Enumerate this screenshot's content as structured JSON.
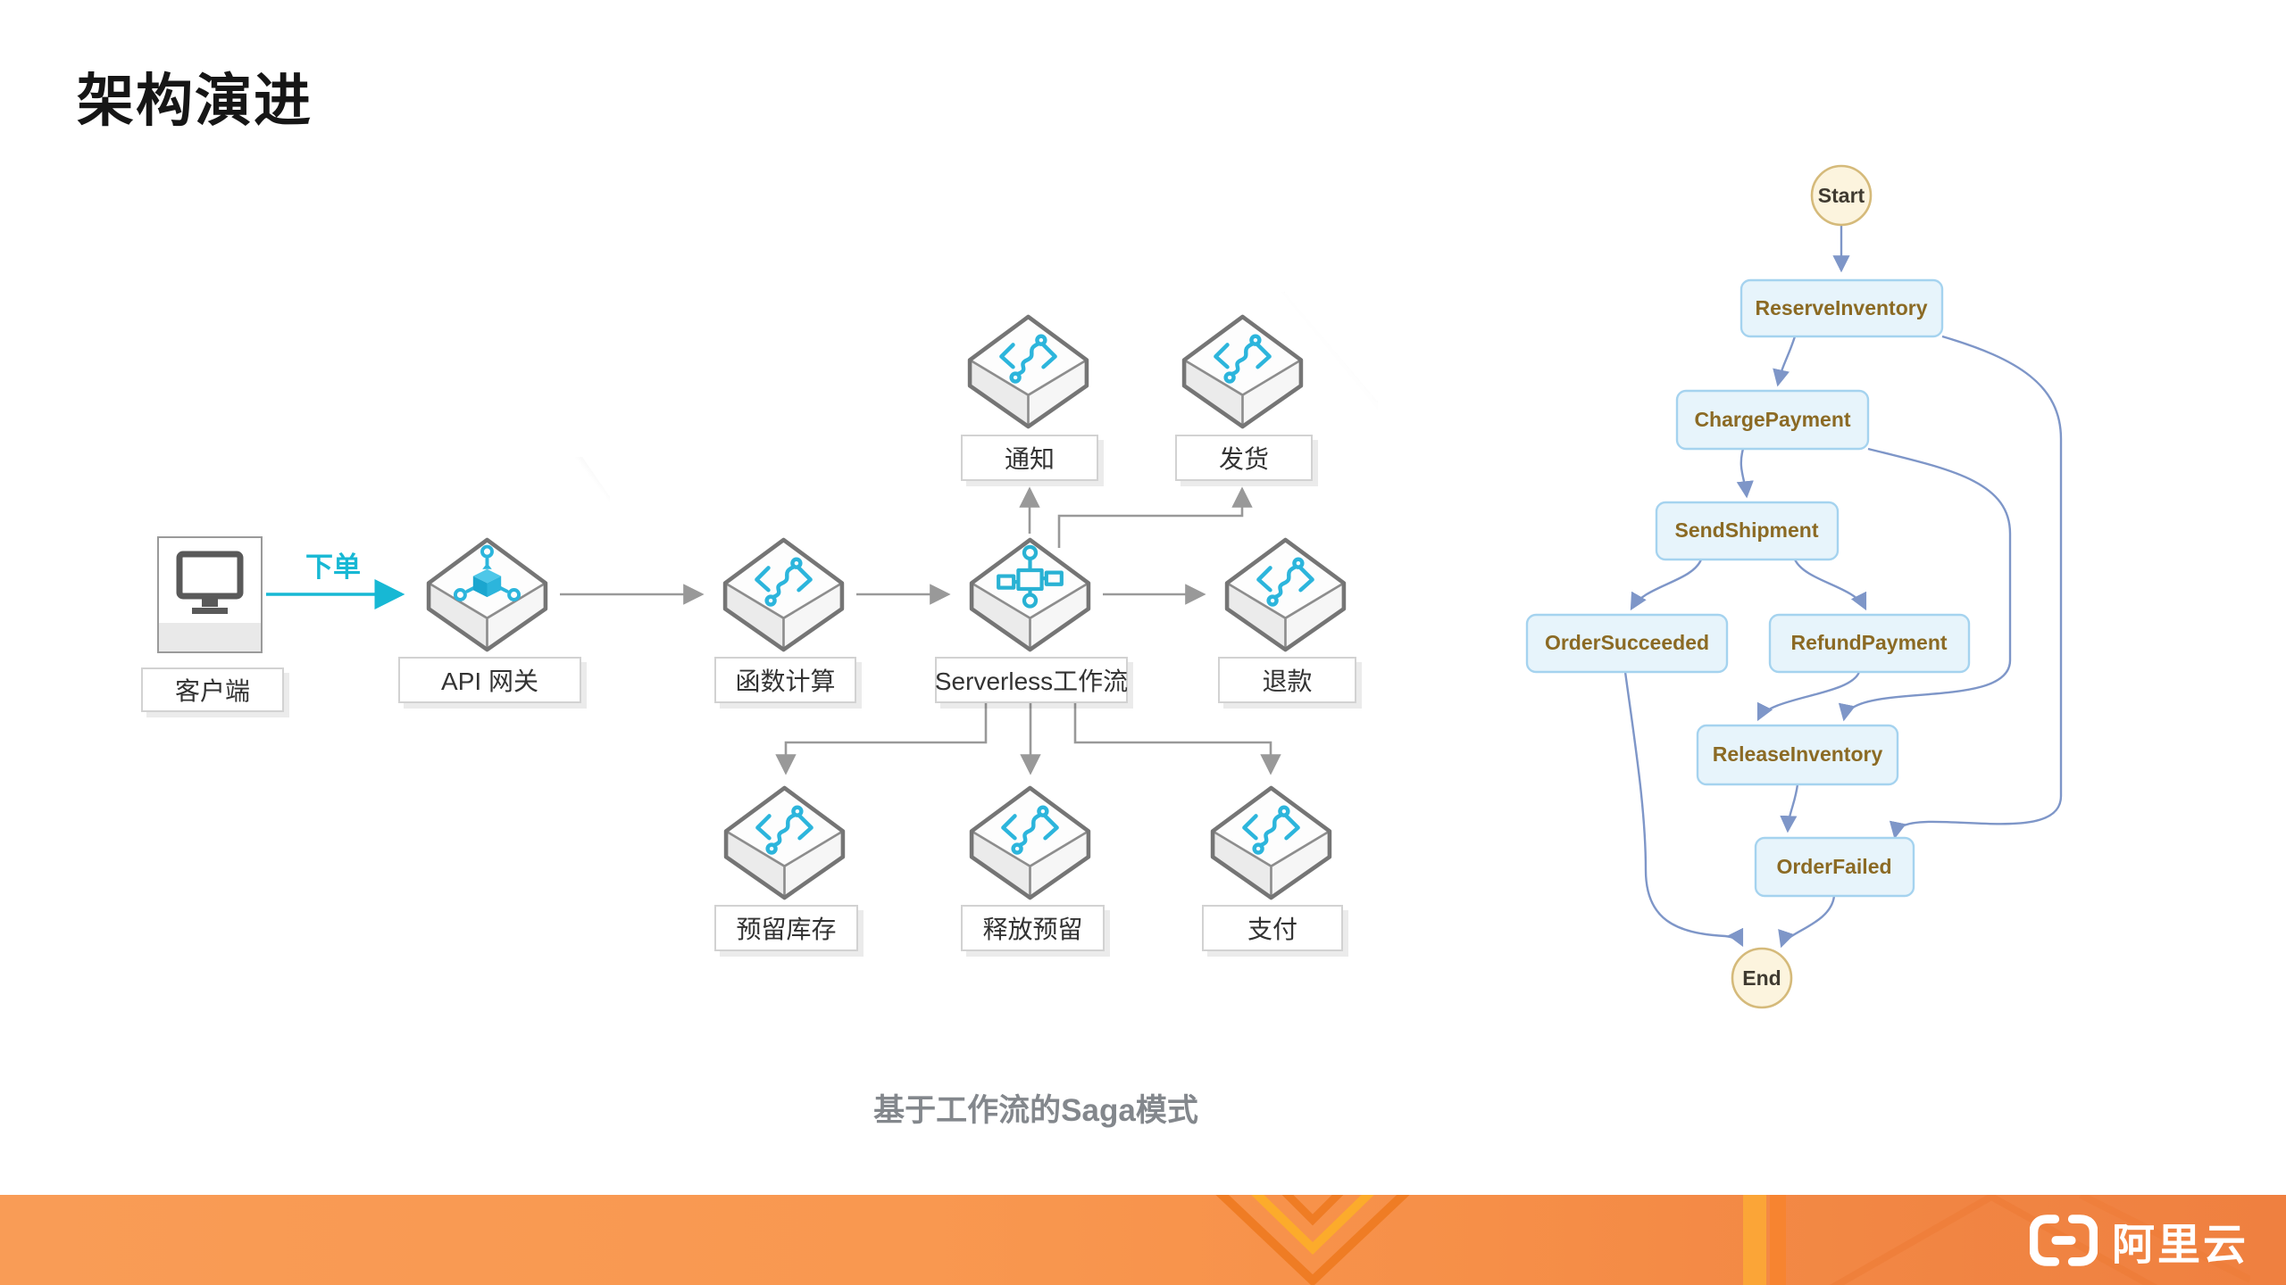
{
  "page": {
    "title": "架构演进",
    "caption": "基于工作流的Saga模式"
  },
  "colors": {
    "accent_cyan": "#17b8d4",
    "icon_cyan": "#2cb5dc",
    "arrow_gray": "#999999",
    "hex_border": "#7a7a7a",
    "footer_orange": "#f79349",
    "saga_edge": "#7e96c8",
    "saga_box_fill": "#e7f4fb",
    "saga_box_border": "#a5d3ef",
    "saga_box_text": "#8b6a24",
    "terminal_fill": "#fcf4de",
    "terminal_border": "#d5ba7a"
  },
  "left_diagram": {
    "client": {
      "label": "客户端",
      "icon": "monitor-icon"
    },
    "order_edge_label": "下单",
    "nodes": [
      {
        "label": "API 网关",
        "icon": "api-gateway-icon"
      },
      {
        "label": "函数计算",
        "icon": "function-compute-icon"
      },
      {
        "label": "Serverless工作流",
        "icon": "workflow-icon"
      },
      {
        "label": "通知",
        "icon": "function-compute-icon"
      },
      {
        "label": "发货",
        "icon": "function-compute-icon"
      },
      {
        "label": "退款",
        "icon": "function-compute-icon"
      },
      {
        "label": "预留库存",
        "icon": "function-compute-icon"
      },
      {
        "label": "释放预留",
        "icon": "function-compute-icon"
      },
      {
        "label": "支付",
        "icon": "function-compute-icon"
      }
    ]
  },
  "saga": {
    "states": {
      "start": "Start",
      "reserve": "ReserveInventory",
      "charge": "ChargePayment",
      "send": "SendShipment",
      "succeeded": "OrderSucceeded",
      "refund": "RefundPayment",
      "release": "ReleaseInventory",
      "failed": "OrderFailed",
      "end": "End"
    }
  },
  "footer": {
    "brand": "阿里云",
    "logo_icon": "alibaba-cloud-logo"
  }
}
